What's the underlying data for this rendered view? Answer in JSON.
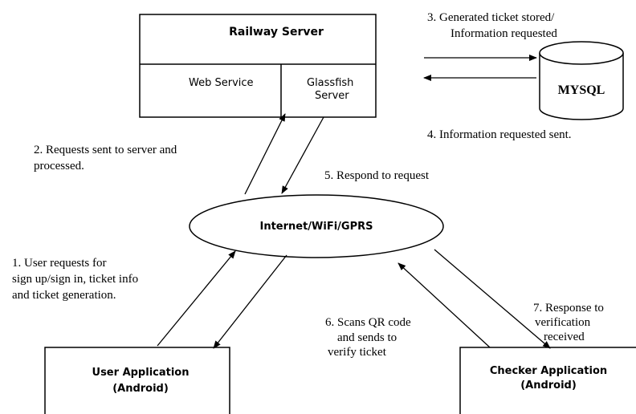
{
  "railway_server": {
    "title": "Railway Server",
    "web_service": "Web Service",
    "glassfish_line1": "Glassfish",
    "glassfish_line2": "Server"
  },
  "database": {
    "label": "MYSQL"
  },
  "network": {
    "label": "Internet/WiFi/GPRS"
  },
  "user_app": {
    "line1": "User Application",
    "line2": "(Android)"
  },
  "checker_app": {
    "line1": "Checker Application",
    "line2": "(Android)"
  },
  "steps": {
    "step1": [
      "1. User requests for",
      "sign up/sign in, ticket info",
      "and ticket generation."
    ],
    "step2": [
      "2. Requests sent to server and",
      "processed."
    ],
    "step3": [
      "3.  Generated ticket stored/",
      "Information requested"
    ],
    "step4": [
      "4. Information requested sent."
    ],
    "step5": [
      "5. Respond to request"
    ],
    "step6": [
      "6. Scans QR code",
      "and sends to",
      "verify ticket"
    ],
    "step7": [
      "7. Response to",
      "verification",
      "received"
    ]
  },
  "colors": {
    "line": "#000000",
    "background": "#ffffff"
  }
}
